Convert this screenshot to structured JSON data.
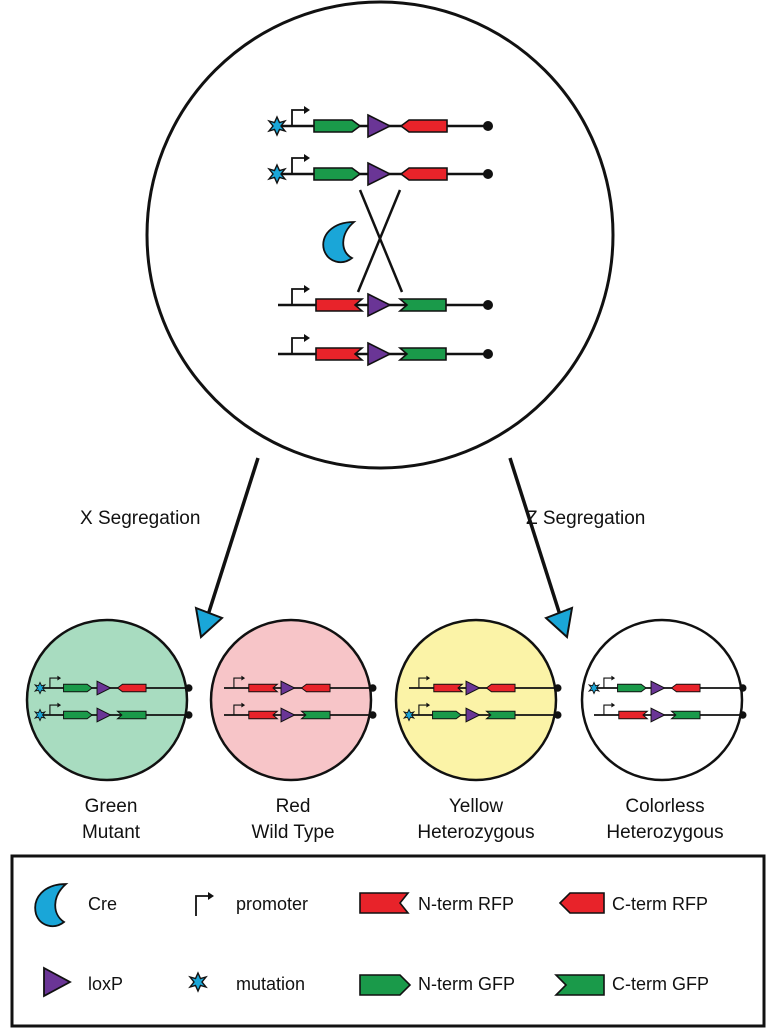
{
  "arrows": {
    "left_label": "X Segregation",
    "right_label": "Z Segregation"
  },
  "outcomes": [
    {
      "line1": "Green",
      "line2": "Mutant",
      "fill": "#a8dcc0"
    },
    {
      "line1": "Red",
      "line2": "Wild Type",
      "fill": "#f7c5c8"
    },
    {
      "line1": "Yellow",
      "line2": "Heterozygous",
      "fill": "#fbf3a7"
    },
    {
      "line1": "Colorless",
      "line2": "Heterozygous",
      "fill": "#ffffff"
    }
  ],
  "legend": {
    "cre": "Cre",
    "promoter": "promoter",
    "nterm_rfp": "N-term RFP",
    "cterm_rfp": "C-term RFP",
    "loxp": "loxP",
    "mutation": "mutation",
    "nterm_gfp": "N-term GFP",
    "cterm_gfp": "C-term GFP"
  },
  "colors": {
    "gfp": "#1a9a4a",
    "rfp": "#e8232a",
    "loxp": "#6a3596",
    "cre": "#1aa6d8",
    "mutation": "#1aa6d8"
  }
}
